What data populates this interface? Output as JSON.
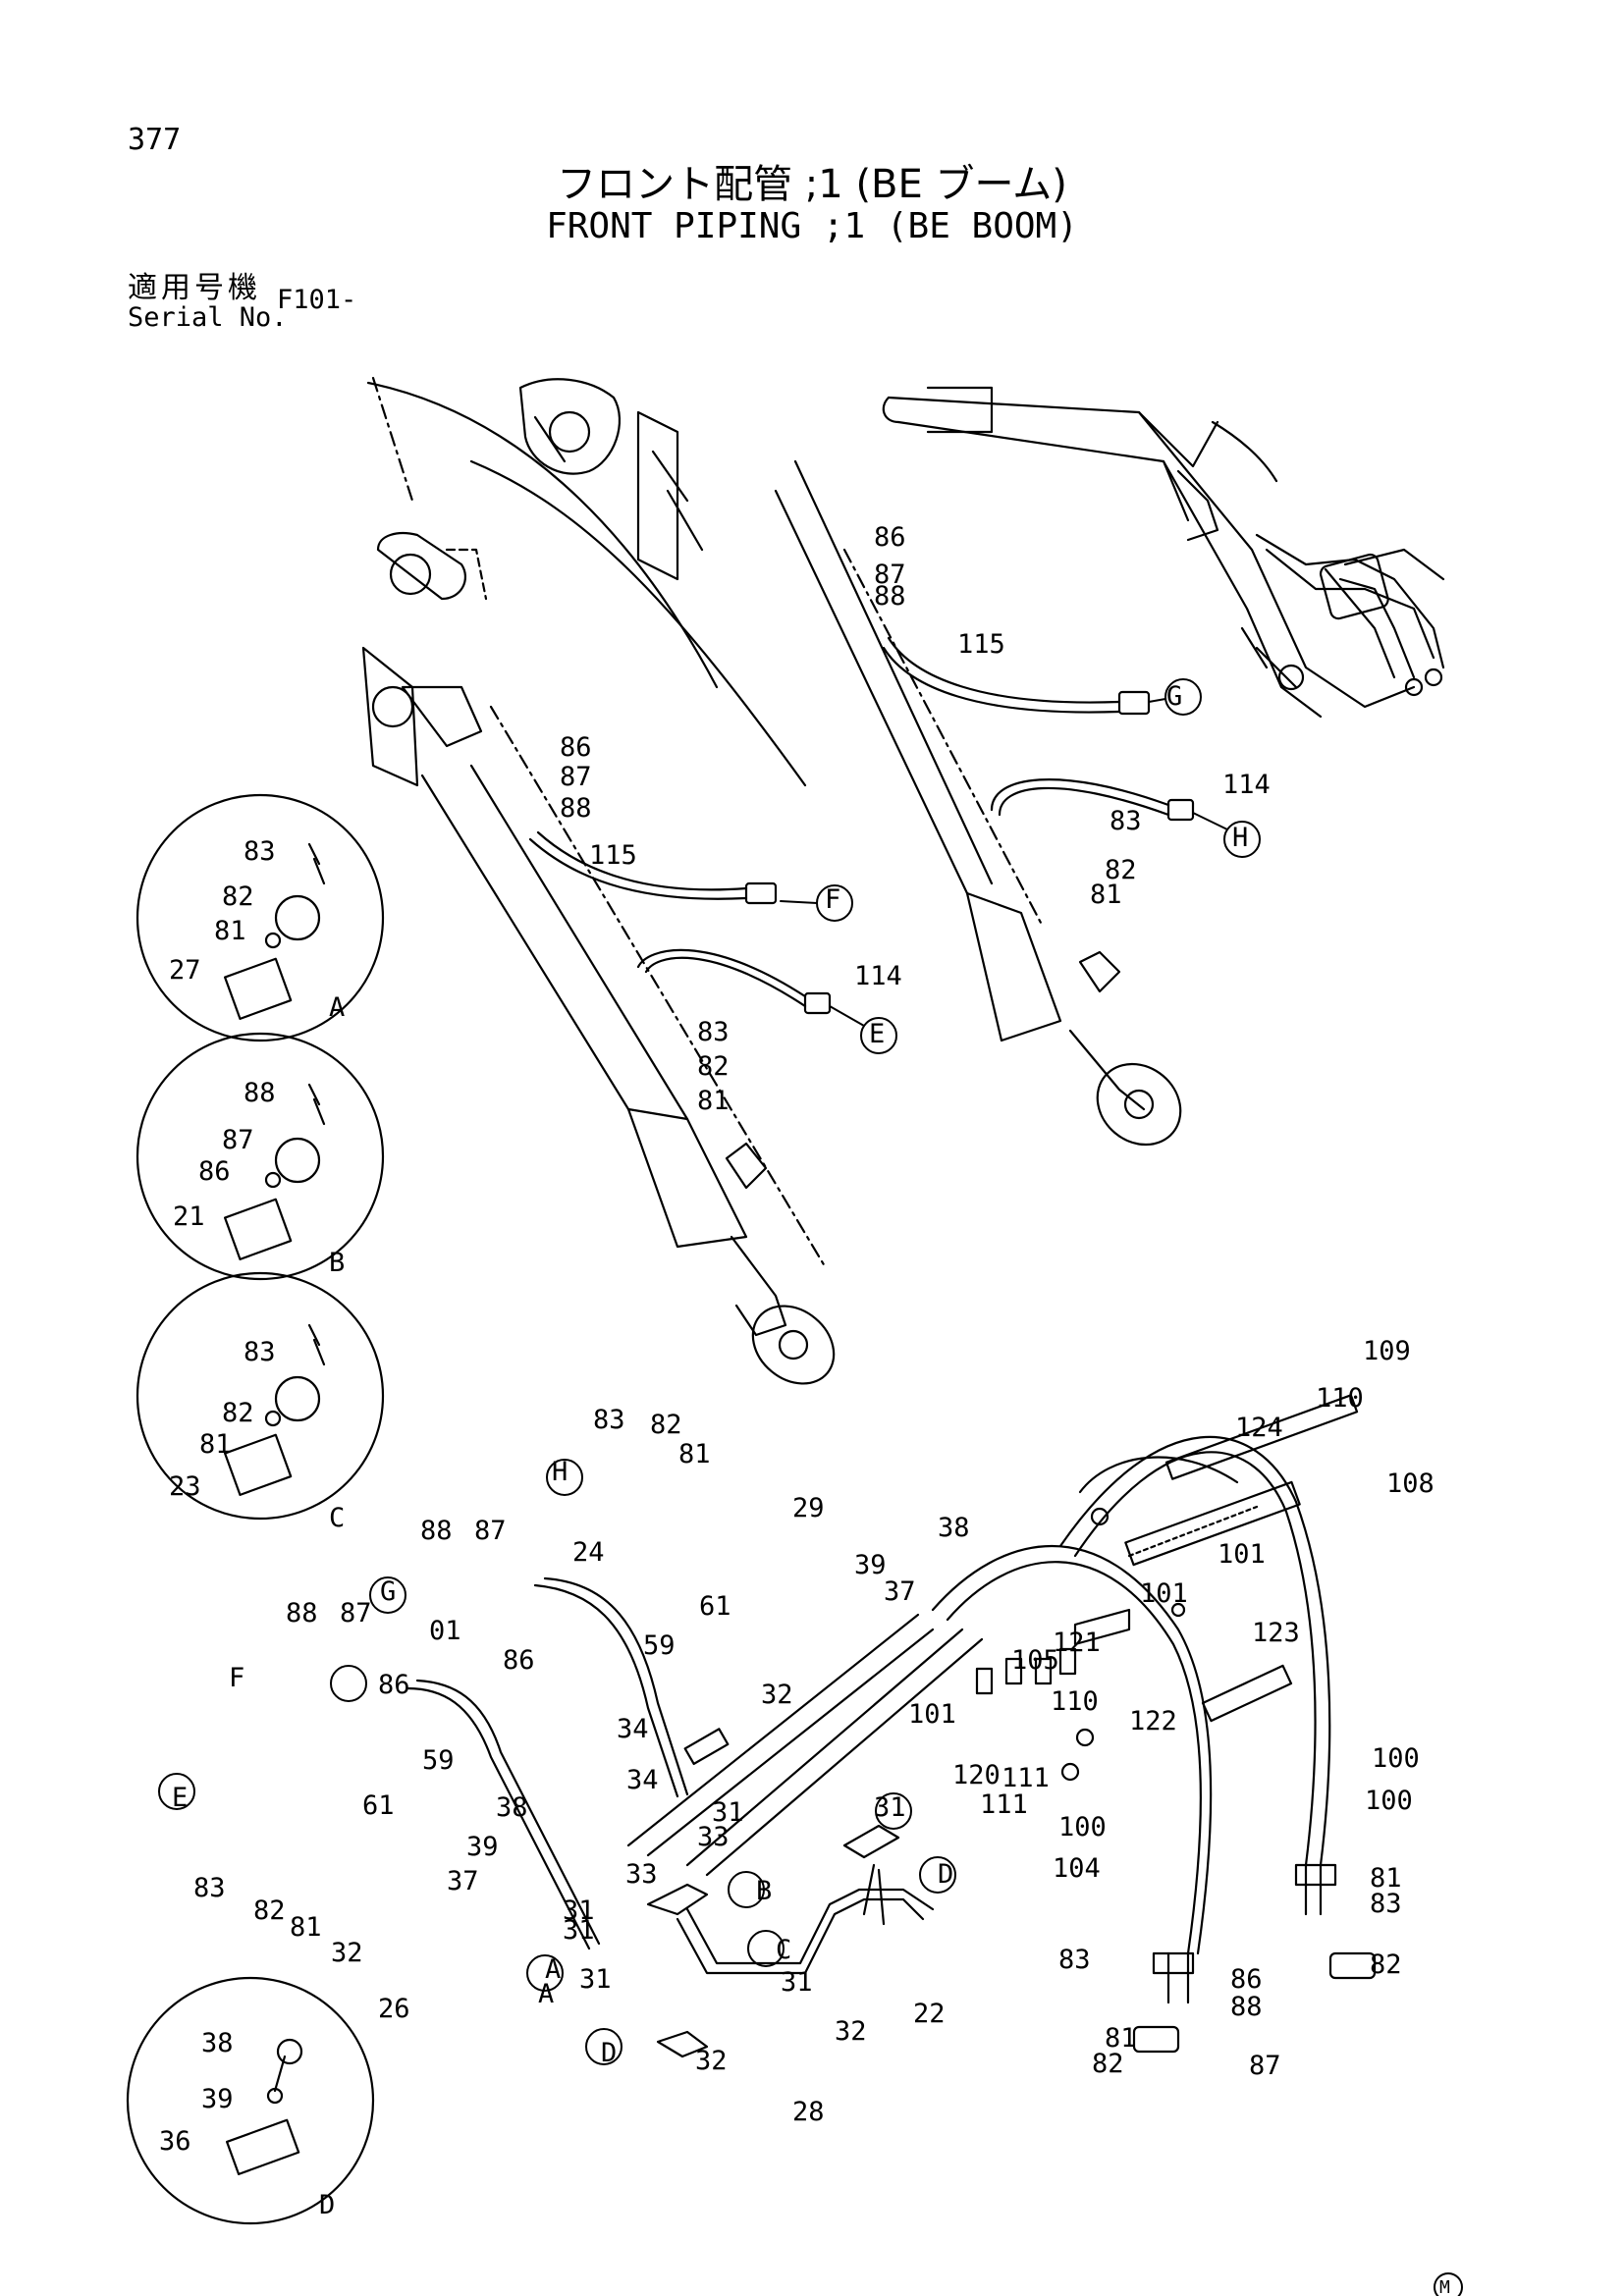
{
  "header": {
    "page_number": "377",
    "title_jp": "フロント配管 ;1 (BE ブーム)",
    "title_en": "FRONT PIPING ;1 (BE BOOM)",
    "serial_label_jp": "適用号機",
    "serial_label_en": "Serial No.",
    "serial_value": "F101-"
  },
  "detail_circles": [
    {
      "letter": "A",
      "parts": [
        "83",
        "82",
        "81",
        "27"
      ]
    },
    {
      "letter": "B",
      "parts": [
        "88",
        "87",
        "86",
        "21"
      ]
    },
    {
      "letter": "C",
      "parts": [
        "83",
        "82",
        "81",
        "23"
      ]
    },
    {
      "letter": "D",
      "parts": [
        "38",
        "39",
        "36"
      ]
    }
  ],
  "part_labels": [
    "86",
    "87",
    "88",
    "115",
    "G",
    "86",
    "87",
    "88",
    "115",
    "F",
    "114",
    "H",
    "83",
    "82",
    "81",
    "114",
    "E",
    "83",
    "82",
    "81",
    "83",
    "82",
    "81",
    "H",
    "29",
    "38",
    "39",
    "37",
    "24",
    "61",
    "59",
    "32",
    "88",
    "87",
    "G",
    "86",
    "88",
    "87",
    "F",
    "86",
    "01",
    "59",
    "61",
    "34",
    "34",
    "38",
    "39",
    "37",
    "E",
    "83",
    "82",
    "81",
    "32",
    "26",
    "33",
    "31",
    "A",
    "33",
    "31",
    "A",
    "31",
    "B",
    "31",
    "C",
    "31",
    "D",
    "31",
    "D",
    "32",
    "22",
    "28",
    "32",
    "109",
    "110",
    "124",
    "108",
    "101",
    "101",
    "123",
    "105",
    "121",
    "101",
    "122",
    "110",
    "120",
    "111",
    "111",
    "100",
    "104",
    "100",
    "100",
    "81",
    "83",
    "82",
    "83",
    "86",
    "88",
    "81",
    "82",
    "87"
  ],
  "footer_mark": "M"
}
